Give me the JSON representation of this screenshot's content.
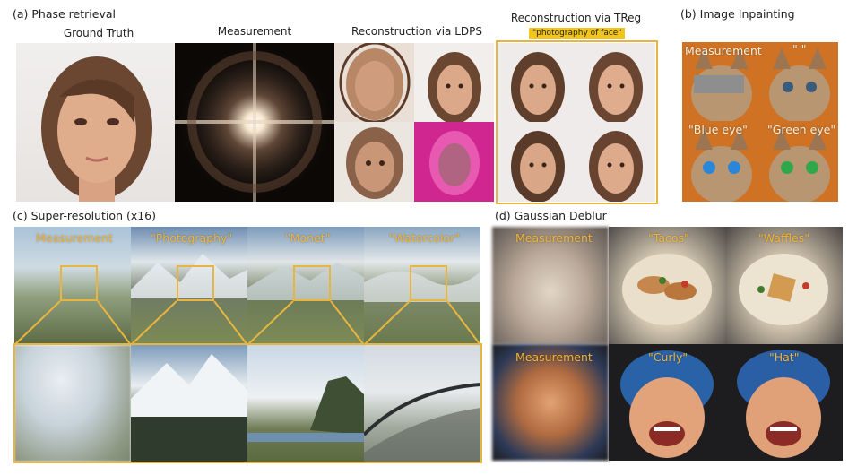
{
  "sections": {
    "a": "(a) Phase retrieval",
    "b": "(b) Image Inpainting",
    "c": "(c) Super-resolution (x16)",
    "d": "(d) Gaussian Deblur"
  },
  "phase": {
    "ground_truth": "Ground Truth",
    "measurement": "Measurement",
    "ldps": "Reconstruction via LDPS",
    "treg": "Reconstruction via TReg",
    "treg_prompt": "\"photography of face\""
  },
  "inpaint": {
    "measurement": "Measurement",
    "empty": "\" \"",
    "blue": "\"Blue eye\"",
    "green": "\"Green eye\""
  },
  "superres": {
    "measurement": "Measurement",
    "photography": "\"Photography\"",
    "monet": "\"Monet\"",
    "watercolor": "\"Watercolor\""
  },
  "deblur": {
    "measurement_food": "Measurement",
    "tacos": "\"Tacos\"",
    "waffles": "\"Waffles\"",
    "measurement_child": "Measurement",
    "curly": "\"Curly\"",
    "hat": "\"Hat\""
  },
  "colors": {
    "highlight": "#e8b640",
    "caption": "#f2b233",
    "tag_bg": "#f3c419"
  }
}
